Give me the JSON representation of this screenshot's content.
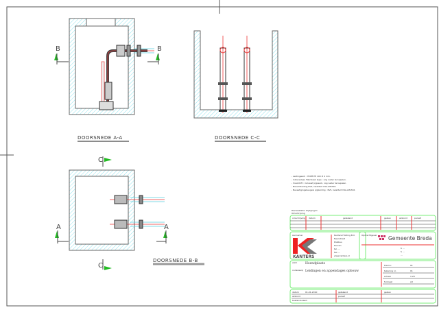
{
  "sections": {
    "aa": {
      "title": "DOORSNEDE A-A",
      "marker_left": "B",
      "marker_right": "B"
    },
    "cc": {
      "title": "DOORSNEDE C-C"
    },
    "bb": {
      "title": "DOORSNEDE B-B",
      "marker_top": "C",
      "marker_bottom": "C",
      "marker_left": "A",
      "marker_right": "A"
    }
  },
  "notes": [
    "- Leidingwerk : HDPE PE 100 # 4 mm.",
    "- Inbouwdeel, Fabrikaat, type : nog nader te bepalen.",
    "- Vrestdrift : inclusief pijpwerk, nog nader te bepalen.",
    "- Beluchtleiding RVS, kwaliteit V4A-AISI316.",
    "- Bevestigingsbeugels pijpleiding : RVS, kwaliteit V4A-AISI316."
  ],
  "revision_header": [
    "Revisiestatus wijzigingen",
    "Omschrijving"
  ],
  "revision_columns": [
    "omschrijving",
    "datum",
    "getekend",
    "gezien",
    "akkoord",
    "paraaf"
  ],
  "title_block": {
    "contractor_label": "Aannemer",
    "contractor_name": "KANTERS",
    "contractor_info": [
      "Kanters Holding B.V.",
      "Neerstraat",
      "Postbus",
      "Duiven",
      "tel. ...",
      "fax ...",
      "www.kanters.nl"
    ],
    "client_label": "Opdrachtgever",
    "client_name": "Gemeente Breda",
    "client_info": [
      "K ...",
      "S ...",
      "..."
    ],
    "project_label": "werk",
    "project_value": "Hoendplaats",
    "subject_label": "onderwerp",
    "subject_value": "Leidingen en appendages opbouw",
    "right_fields": [
      {
        "label": "blad nr.",
        "value": "01"
      },
      {
        "label": "tekening nr.",
        "value": "01"
      },
      {
        "label": "schaal",
        "value": "1:20"
      },
      {
        "label": "formaat",
        "value": "A3"
      }
    ],
    "bottom_fields": [
      {
        "label": "datum",
        "value": "01-01-2010"
      },
      {
        "label": "getekend",
        "value": ""
      },
      {
        "label": "gezien",
        "value": ""
      },
      {
        "label": "akkoord",
        "value": ""
      },
      {
        "label": "paraaf",
        "value": ""
      },
      {
        "label": "bestandsnaam",
        "value": ""
      }
    ]
  }
}
